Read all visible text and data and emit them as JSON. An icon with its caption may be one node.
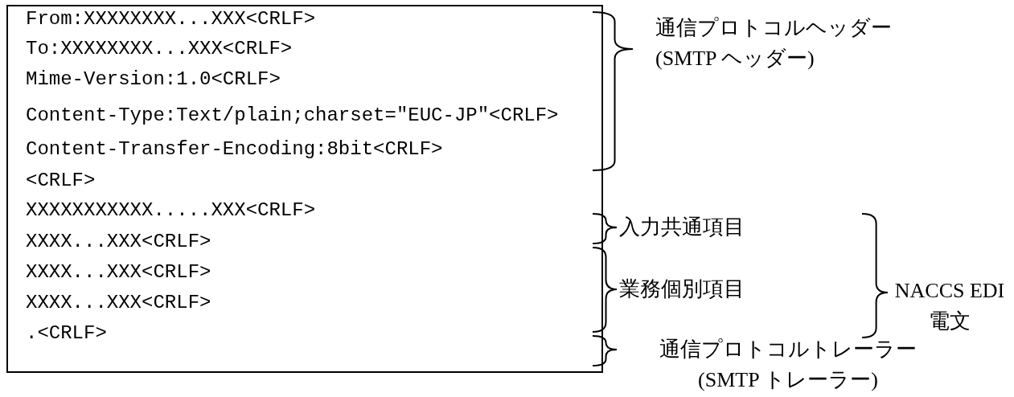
{
  "diagram": {
    "nodes": [
      {
        "text": [
          "From:XXXXXXXX...XXX<CRLF>",
          "To:XXXXXXXX...XXX<CRLF>",
          "Mime-Version:1.0<CRLF>",
          "Content-Type:Text/plain;charset=\"EUC-JP\"<CRLF>",
          "Content-Transfer-Encoding:8bit<CRLF>",
          "<CRLF>",
          "XXXXXXXXXXX.....XXX<CRLF>",
          "XXXX...XXX<CRLF>",
          "XXXX...XXX<CRLF>",
          "XXXX...XXX<CRLF>",
          ".<CRLF>"
        ]
      }
    ],
    "edges": [],
    "labels": [
      "通信プロトコルヘッダー(SMTP ヘッダー)",
      "入力共通項目",
      "業務個別項目",
      "NACCS EDI 電文",
      "通信プロトコルトレーラー(SMTP トレーラー)"
    ]
  }
}
